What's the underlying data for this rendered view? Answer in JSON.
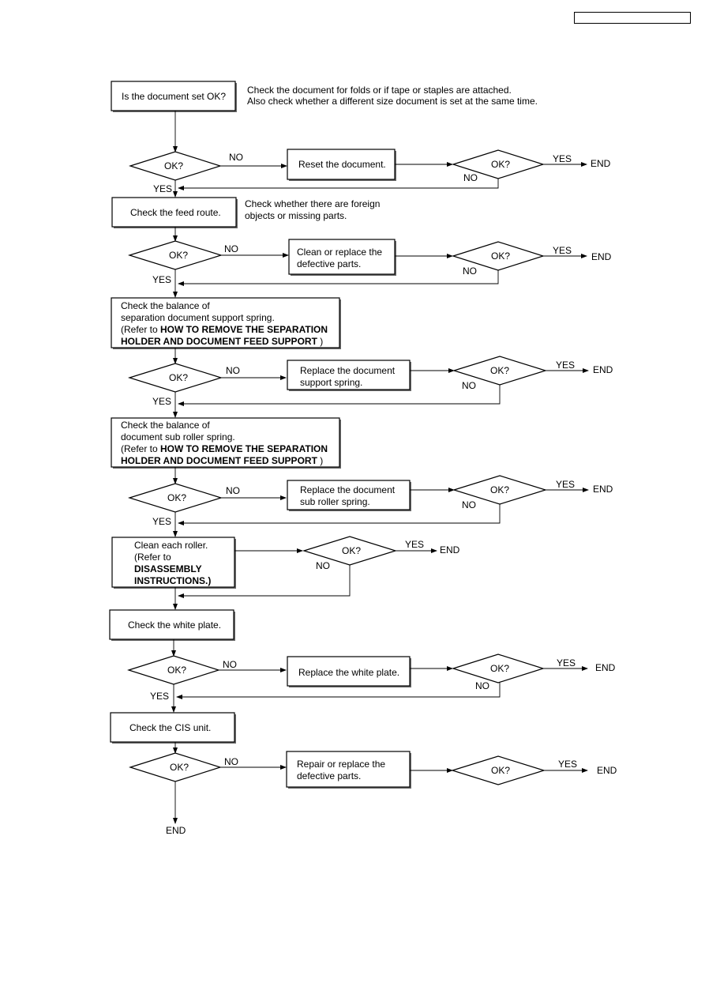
{
  "labels": {
    "ok": "OK?",
    "yes": "YES",
    "no": "NO",
    "end": "END"
  },
  "steps": [
    {
      "lines": [
        [
          {
            "t": "Is the document set OK?"
          }
        ]
      ],
      "note": [
        "Check the document for folds or if tape or staples are attached.",
        "Also check whether a different size document is set at the same time."
      ],
      "fix": [
        "Reset the document."
      ]
    },
    {
      "lines": [
        [
          {
            "t": "Check the feed route."
          }
        ]
      ],
      "note": [
        "Check whether there are foreign",
        "objects or missing parts."
      ],
      "fix": [
        "Clean or replace the",
        "defective parts."
      ]
    },
    {
      "lines": [
        [
          {
            "t": "Check the balance of"
          }
        ],
        [
          {
            "t": "separation document support spring."
          }
        ],
        [
          {
            "t": " (Refer to "
          },
          {
            "t": "HOW TO REMOVE THE SEPARATION",
            "b": true
          }
        ],
        [
          {
            "t": "HOLDER AND DOCUMENT FEED SUPPORT",
            "b": true
          },
          {
            "t": " )"
          }
        ]
      ],
      "fix": [
        "Replace the document",
        "support spring."
      ]
    },
    {
      "lines": [
        [
          {
            "t": "Check the balance of"
          }
        ],
        [
          {
            "t": "document sub roller spring."
          }
        ],
        [
          {
            "t": "(Refer to "
          },
          {
            "t": "HOW TO REMOVE THE SEPARATION",
            "b": true
          }
        ],
        [
          {
            "t": "HOLDER AND DOCUMENT FEED SUPPORT",
            "b": true
          },
          {
            "t": " )"
          }
        ]
      ],
      "fix": [
        "Replace the document",
        "sub roller spring."
      ]
    },
    {
      "lines": [
        [
          {
            "t": "Clean each roller."
          }
        ],
        [
          {
            "t": " (Refer to"
          }
        ],
        [
          {
            "t": " DISASSEMBLY",
            "b": true
          }
        ],
        [
          {
            "t": "INSTRUCTIONS.)",
            "b": true
          }
        ]
      ]
    },
    {
      "lines": [
        [
          {
            "t": "Check the white plate."
          }
        ]
      ],
      "fix": [
        "Replace the white plate."
      ]
    },
    {
      "lines": [
        [
          {
            "t": "Check the CIS unit."
          }
        ]
      ],
      "fix": [
        "Repair or replace the",
        "defective parts."
      ]
    }
  ]
}
